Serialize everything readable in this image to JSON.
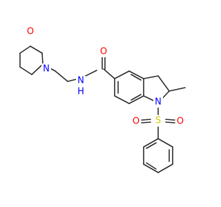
{
  "molecule": {
    "atoms": [
      {
        "id": "O_morph",
        "label": "O",
        "color": "#ff0000"
      },
      {
        "id": "N_morph",
        "label": "N",
        "color": "#0000ff"
      },
      {
        "id": "N_amide",
        "label": "N",
        "color": "#0000ff"
      },
      {
        "id": "H_amide",
        "label": "H",
        "color": "#0000ff"
      },
      {
        "id": "O_carbonyl",
        "label": "O",
        "color": "#ff0000"
      },
      {
        "id": "N_indoline",
        "label": "N",
        "color": "#0000ff"
      },
      {
        "id": "S_sulfonyl",
        "label": "S",
        "color": "#cccc00"
      },
      {
        "id": "O_sulfonyl_left",
        "label": "O",
        "color": "#ff0000"
      },
      {
        "id": "O_sulfonyl_right",
        "label": "O",
        "color": "#ff0000"
      }
    ]
  }
}
